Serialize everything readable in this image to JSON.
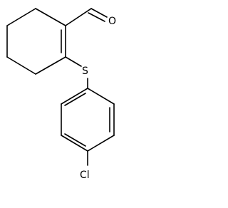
{
  "molecule": {
    "atoms": {
      "oxygen": "O",
      "sulfur": "S",
      "chlorine": "Cl"
    },
    "colors": {
      "line": "#000000",
      "background": "#ffffff"
    }
  }
}
